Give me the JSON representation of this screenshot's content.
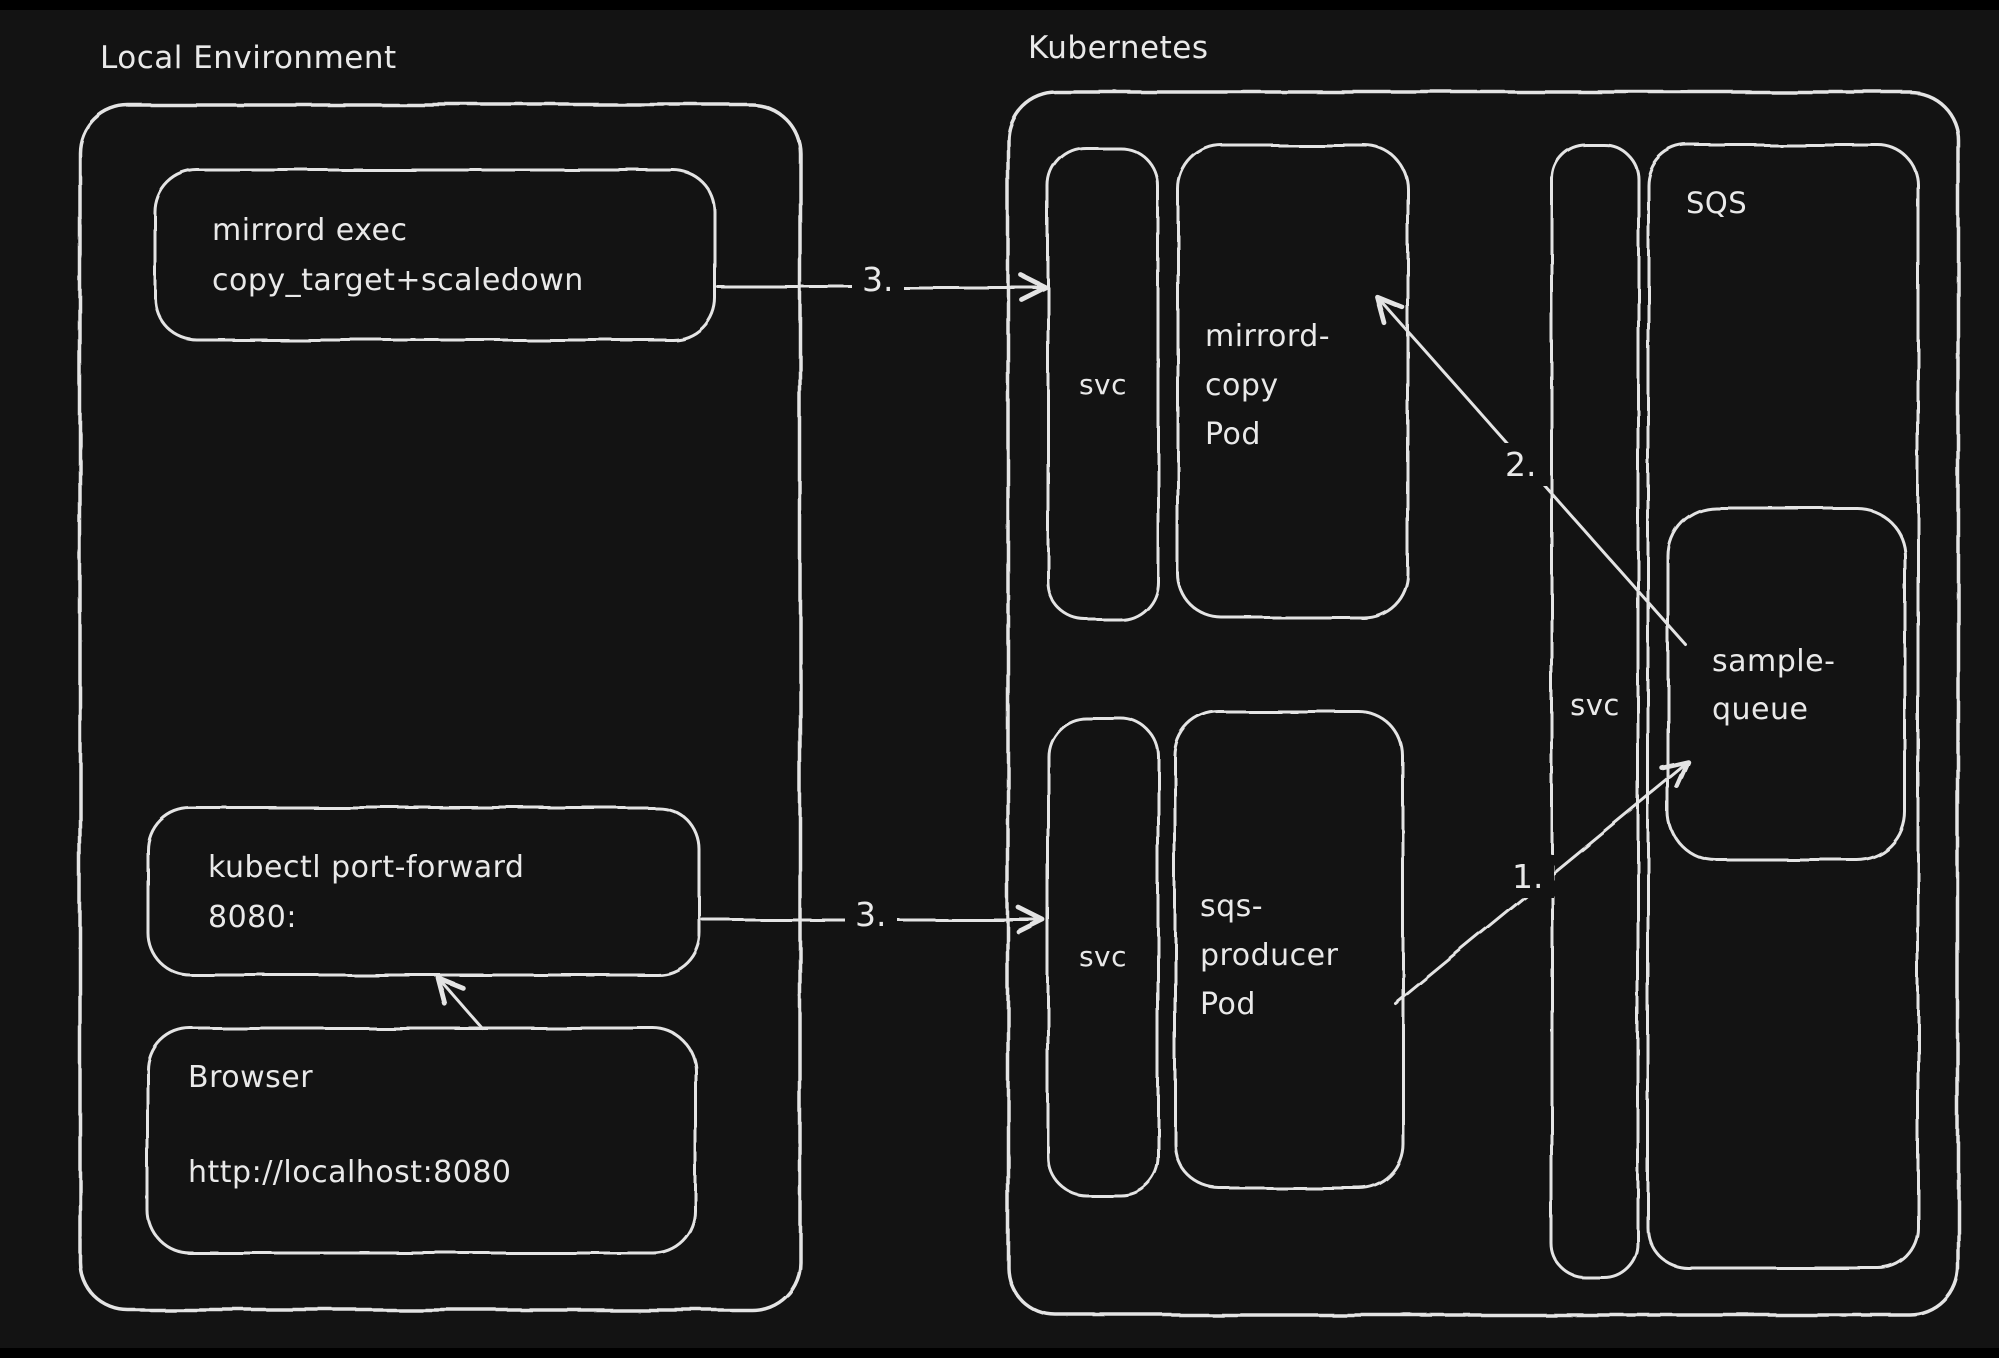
{
  "theme": {
    "background": "#131313",
    "stroke": "#e4e4e4",
    "text": "#e9e9e9"
  },
  "local_environment": {
    "title": "Local Environment",
    "mirrord_exec_box": {
      "text": "mirrord exec\ncopy_target+scaledown"
    },
    "port_forward_box": {
      "text": "kubectl port-forward\n8080:"
    },
    "browser_box": {
      "title": "Browser",
      "url": "http://localhost:8080"
    }
  },
  "kubernetes": {
    "title": "Kubernetes",
    "mirrord_copy_svc_label": "svc",
    "mirrord_copy_pod_text": "mirrord-\ncopy\nPod",
    "sqs_producer_svc_label": "svc",
    "sqs_producer_pod_text": "sqs-\nproducer\nPod",
    "queue_svc_label": "svc",
    "sqs": {
      "title": "SQS",
      "sample_queue_text": "sample-\nqueue"
    }
  },
  "steps": {
    "one": "1.",
    "two": "2.",
    "three_exec": "3.",
    "three_port_forward": "3."
  }
}
